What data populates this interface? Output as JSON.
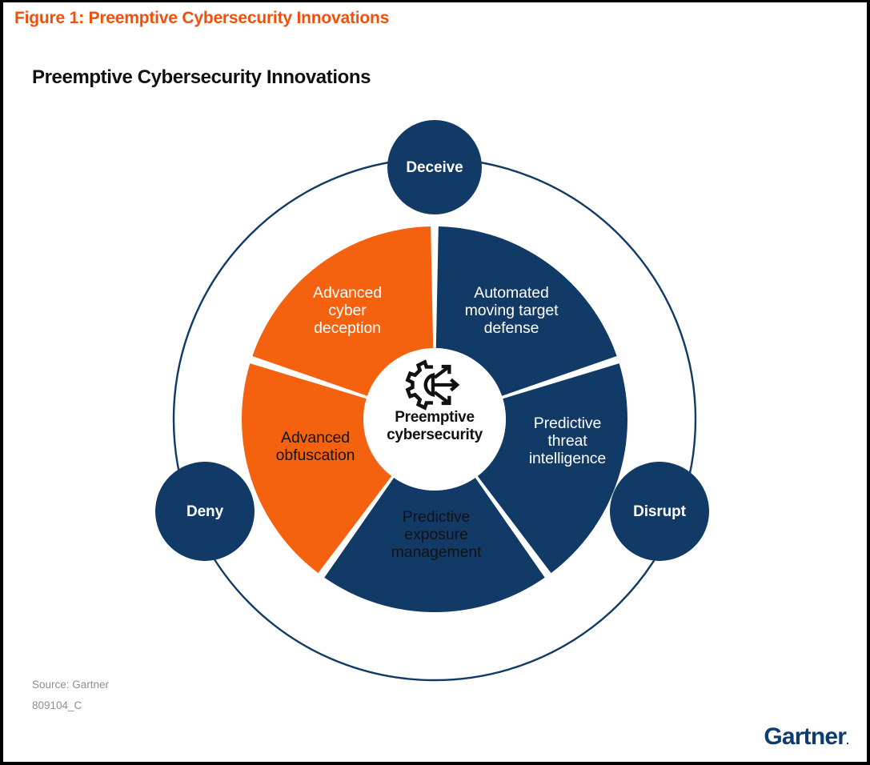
{
  "figure": {
    "caption": "Figure 1: Preemptive Cybersecurity Innovations",
    "caption_color": "#F2500A",
    "title": "Preemptive Cybersecurity Innovations"
  },
  "colors": {
    "navy": "#123A66",
    "orange": "#F4620F",
    "ring_stroke": "#123A66",
    "white": "#FFFFFF",
    "caption_orange": "#F2500A",
    "source_gray": "#8A8F96",
    "logo_navy": "#0D3C6E"
  },
  "hub": {
    "icon": "gear-arrows-icon",
    "line1": "Preemptive",
    "line2": "cybersecurity"
  },
  "outer_nodes": [
    {
      "label": "Deceive",
      "position": "top"
    },
    {
      "label": "Disrupt",
      "position": "right"
    },
    {
      "label": "Deny",
      "position": "left"
    }
  ],
  "segments": [
    {
      "id": "advanced-cyber-deception",
      "lines": [
        "Advanced",
        "cyber",
        "deception"
      ],
      "color": "#123A66",
      "text_color": "#FFFFFF"
    },
    {
      "id": "automated-moving-target-defense",
      "lines": [
        "Automated",
        "moving target",
        "defense"
      ],
      "color": "#123A66",
      "text_color": "#FFFFFF"
    },
    {
      "id": "predictive-threat-intelligence",
      "lines": [
        "Predictive",
        "threat",
        "intelligence"
      ],
      "color": "#123A66",
      "text_color": "#FFFFFF"
    },
    {
      "id": "predictive-exposure-management",
      "lines": [
        "Predictive",
        "exposure",
        "management"
      ],
      "color": "#F4620F",
      "text_color": "#121212"
    },
    {
      "id": "advanced-obfuscation",
      "lines": [
        "Advanced",
        "obfuscation"
      ],
      "color": "#F4620F",
      "text_color": "#121212"
    }
  ],
  "footer": {
    "source": "Source: Gartner",
    "doc_id": "809104_C",
    "logo": "Gartner",
    "logo_registered": "."
  },
  "chart_data": {
    "type": "pie",
    "title": "Preemptive Cybersecurity Innovations",
    "center_label": "Preemptive cybersecurity",
    "categories": [
      "Advanced cyber deception",
      "Automated moving target defense",
      "Predictive threat intelligence",
      "Predictive exposure management",
      "Advanced obfuscation"
    ],
    "values": [
      20,
      20,
      20,
      20,
      20
    ],
    "slice_colors": [
      "#123A66",
      "#123A66",
      "#123A66",
      "#F4620F",
      "#F4620F"
    ],
    "start_angle_deg": -90,
    "donut_inner_radius": 89,
    "donut_outer_radius": 241,
    "outer_ring_radius": 326,
    "outer_ring_nodes": [
      "Deceive",
      "Disrupt",
      "Deny"
    ],
    "legend": "none",
    "grid": false
  }
}
